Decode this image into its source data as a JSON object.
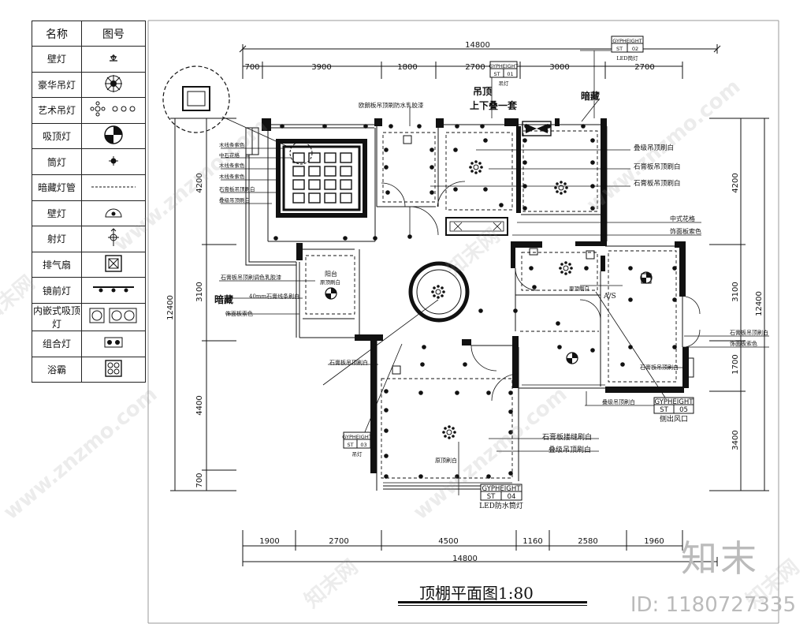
{
  "legend": {
    "header_name": "名称",
    "header_symbol": "图号",
    "rows": [
      {
        "name": "壁灯",
        "icon": "wall-lamp-icon"
      },
      {
        "name": "豪华吊灯",
        "icon": "luxury-chandelier-icon"
      },
      {
        "name": "艺术吊灯",
        "icon": "art-chandelier-icon"
      },
      {
        "name": "吸顶灯",
        "icon": "ceiling-lamp-icon"
      },
      {
        "name": "筒灯",
        "icon": "downlight-icon"
      },
      {
        "name": "暗藏灯管",
        "icon": "hidden-tube-icon"
      },
      {
        "name": "壁灯",
        "icon": "wall-lamp-2-icon"
      },
      {
        "name": "射灯",
        "icon": "spotlight-icon"
      },
      {
        "name": "排气扇",
        "icon": "exhaust-fan-icon"
      },
      {
        "name": "镜前灯",
        "icon": "mirror-light-icon"
      },
      {
        "name": "内嵌式吸顶灯",
        "icon": "recessed-ceiling-lamp-icon"
      },
      {
        "name": "组合灯",
        "icon": "combo-lamp-icon"
      },
      {
        "name": "浴霸",
        "icon": "bath-heater-icon"
      }
    ]
  },
  "dimensions": {
    "top_total": "14800",
    "top_segments": [
      "700",
      "3900",
      "1800",
      "2700",
      "3000",
      "2700"
    ],
    "bottom_segments": [
      "1900",
      "2700",
      "4500",
      "1160",
      "2580",
      "1960"
    ],
    "bottom_total": "14800",
    "left_total": "12400",
    "left_segments": [
      "4200",
      "3100",
      "4400",
      "700"
    ],
    "right_total": "12400",
    "right_segments": [
      "4200",
      "3100",
      "1700",
      "3400"
    ]
  },
  "tags": [
    {
      "title": "GYPHEIGHT",
      "code": "ST",
      "num": "02",
      "note": "LED筒灯"
    },
    {
      "title": "GYPHEIGHT",
      "code": "ST",
      "num": "01",
      "note": "吊灯"
    },
    {
      "title": "GYPHEIGHT",
      "code": "ST",
      "num": "03",
      "note": "吊灯"
    },
    {
      "title": "GYPHEIGHT",
      "code": "ST",
      "num": "04",
      "note": "LED防水筒灯"
    },
    {
      "title": "GYPHEIGHT",
      "code": "ST",
      "num": "05",
      "note": "侧出风口"
    }
  ],
  "labels": {
    "top_note1": "欧朗板吊顶刷防水乳胶漆",
    "mark_ceiling": "吊顶",
    "mark_updown": "上下叠一套",
    "mark_cover": "暗藏",
    "l_kitchen": "叠级吊顶刷白",
    "l_gypsum1": "石膏板吊顶刷白",
    "l_gypsum2": "石膏板吊顶刷白",
    "l_zhongshi": "中式花格",
    "l_shiban": "饰面板索色",
    "l_left1": "木线条索色",
    "l_left2": "中石花格",
    "l_left3": "木线条索色",
    "l_left4": "木线条索色",
    "l_left5": "石膏板吊顶刷白",
    "l_left6": "叠级吊顶刷白",
    "l_balcony_note": "石膏板吊顶刷调色乳胶漆",
    "l_40mm": "40mm石膏线条刷白",
    "l_shiban2": "饰面板索色",
    "l_balcony": "阳台",
    "l_balcony_ceiling": "原顶刷白",
    "l_bath_ceiling": "原顶刷白",
    "l_gypsum3": "石膏板吊顶刷白",
    "l_gypsum4": "石膏板吊顶刷白",
    "l_overlap": "叠级吊顶刷白",
    "l_shiban3": "饰面板索色",
    "l_gypsum5": "石膏板吊顶刷白",
    "l_stair": "石膏板搂缝刷白",
    "l_overlap2": "叠级吊顶刷白",
    "l_bed_ceiling": "原顶刷白",
    "l_bed2": "石膏板吊顶刷白",
    "l_as": "A/S",
    "l_mark_left": "暗藏"
  },
  "title": "顶棚平面图1:80",
  "brand": "知末",
  "id_text": "ID: 1180727335",
  "watermark": "www.znzmo.com",
  "watermark_cn": "知末网"
}
